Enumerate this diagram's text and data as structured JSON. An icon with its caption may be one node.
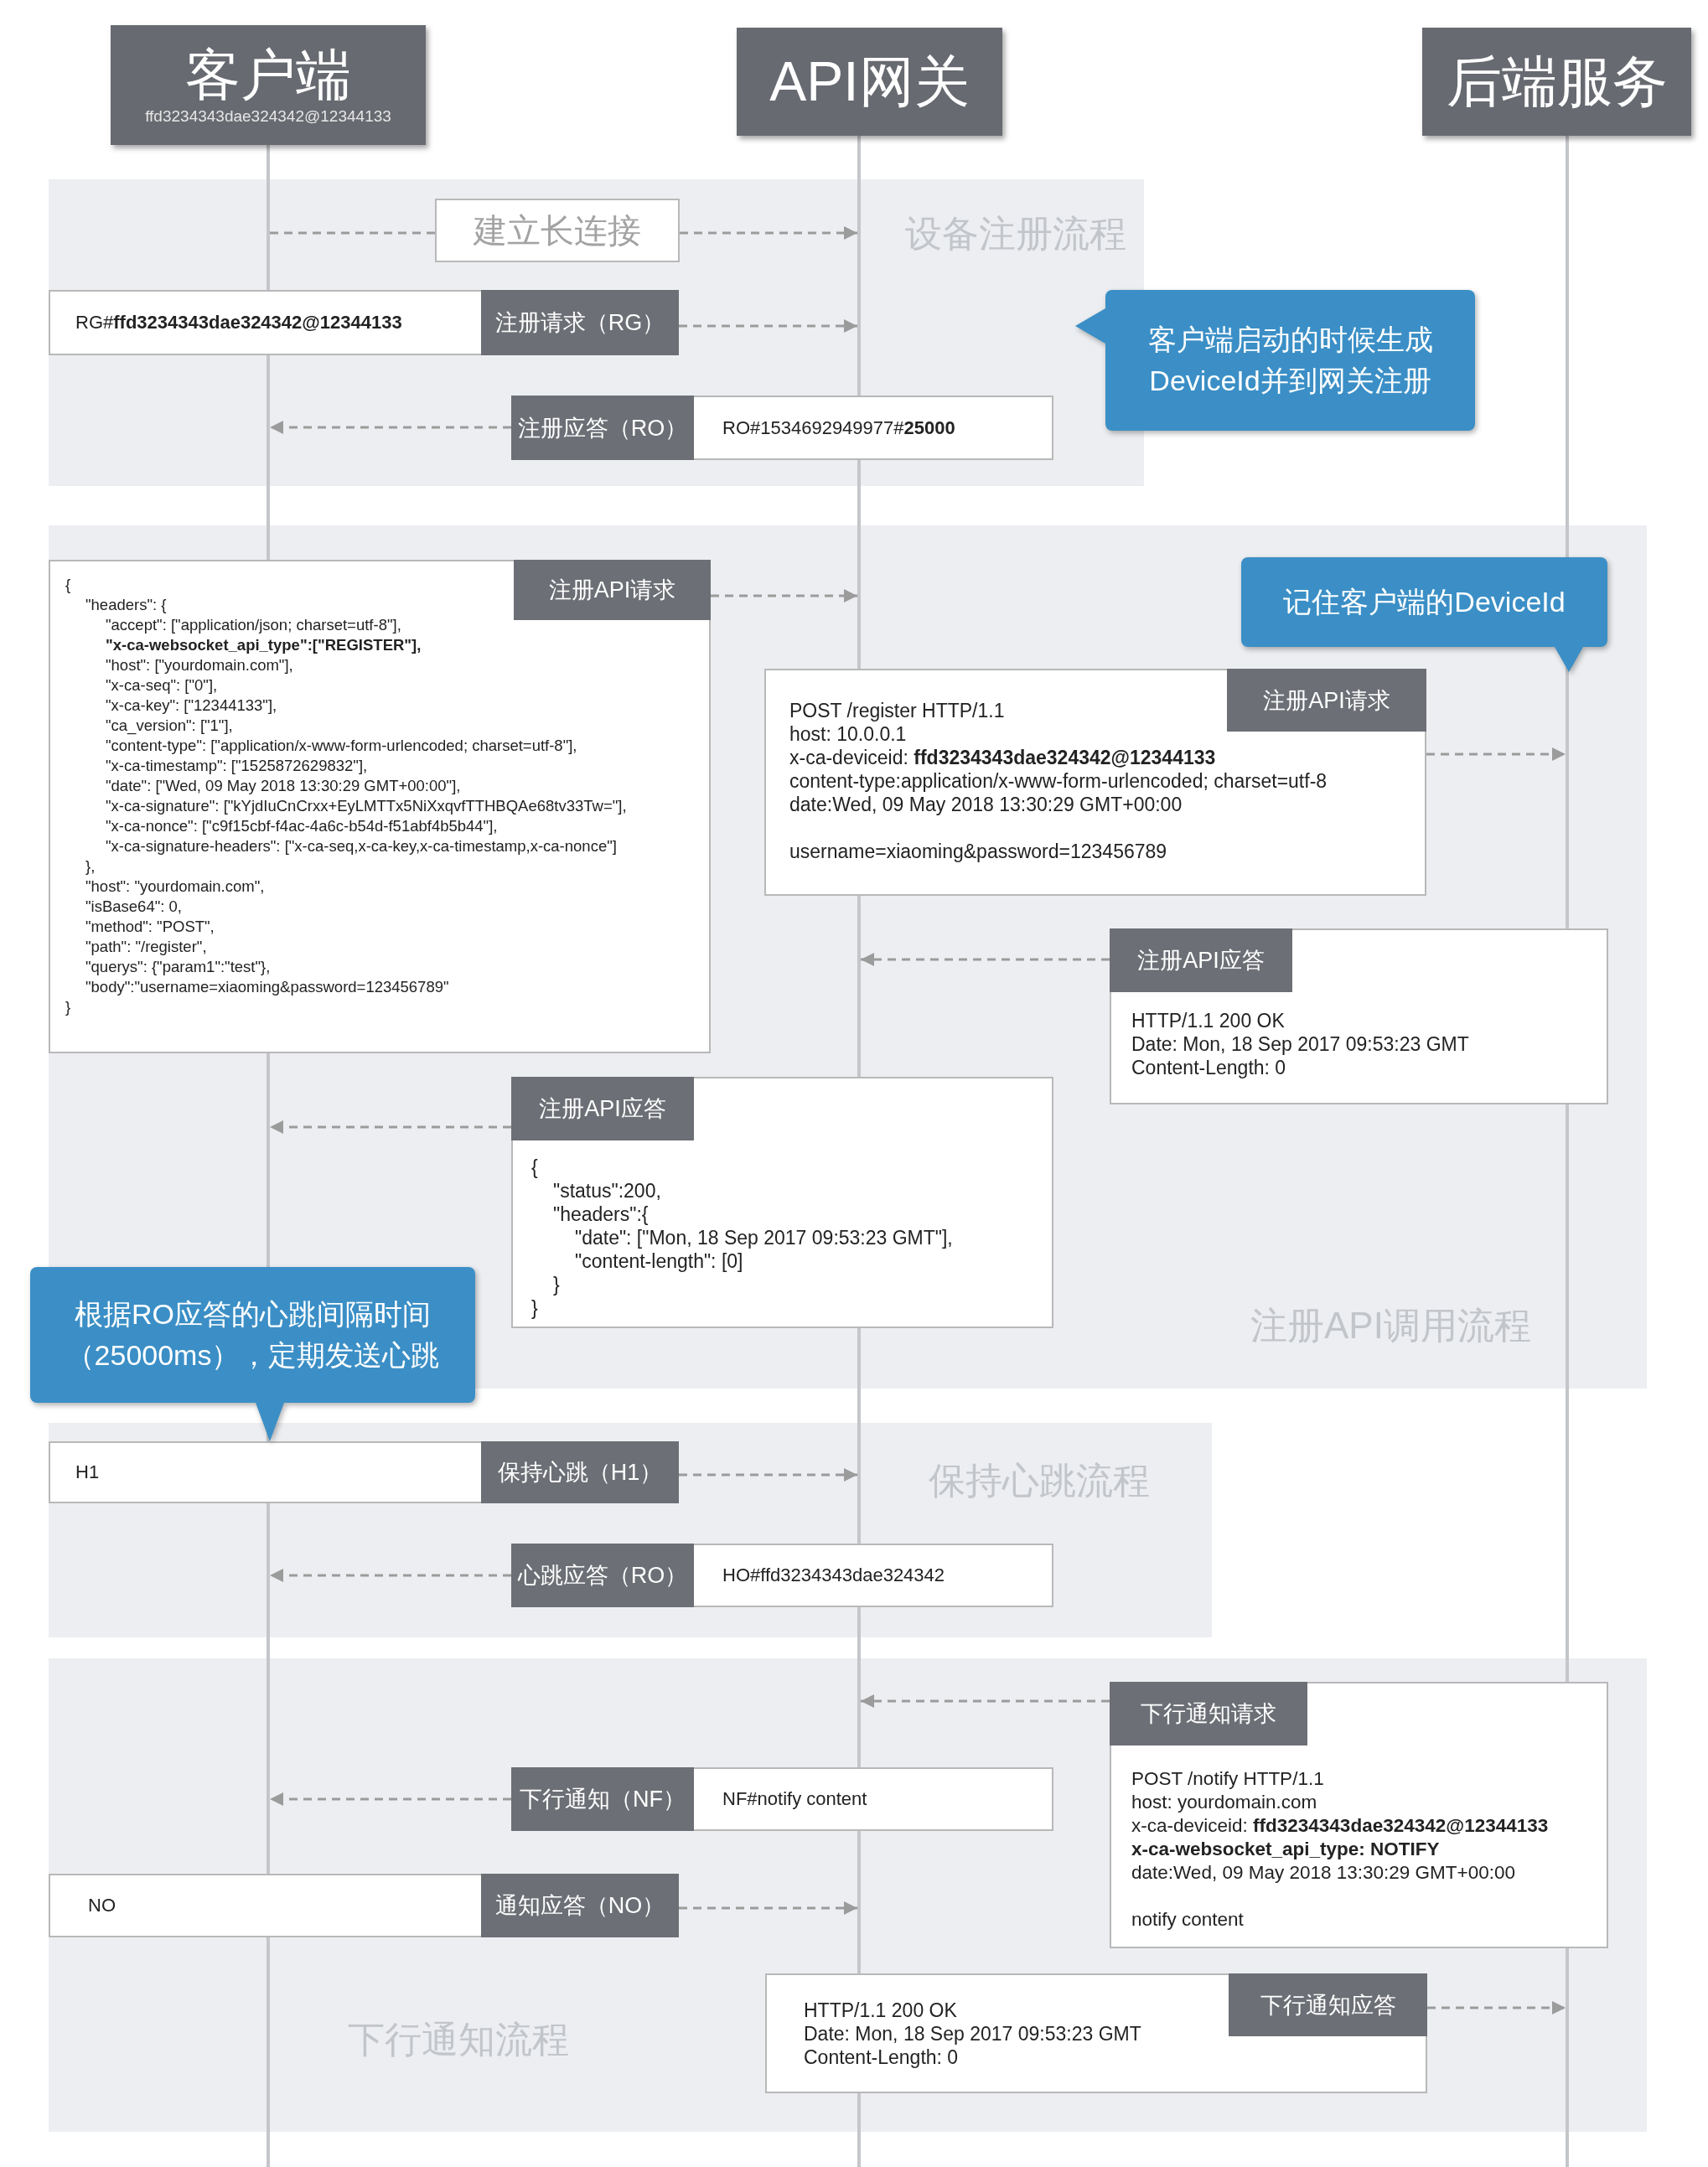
{
  "diagram": {
    "nodes": [
      {
        "text": [
          "客户端",
          "ffd3234343dae324342@12344133"
        ]
      },
      {
        "text": [
          "API网关"
        ]
      },
      {
        "text": [
          "后端服务"
        ]
      },
      {
        "text": [
          "设备注册流程"
        ]
      },
      {
        "text": [
          "建立长连接"
        ],
        "in": 3
      },
      {
        "text": [
          "RG#**ffd3234343dae324342@12344133**",
          "注册请求（RG）"
        ],
        "in": 3
      },
      {
        "text": [
          "注册应答（RO）",
          "RO#1534692949977#**25000**"
        ],
        "in": 3
      },
      {
        "text": [
          "客户端启动的时候生成DeviceId并到网关注册"
        ]
      },
      {
        "text": [
          "注册API调用流程"
        ]
      },
      {
        "text": [
          "注册API请求",
          "{",
          "\"headers\": {",
          "\"accept\": [\"application/json; charset=utf-8\"],",
          "\"x-ca-websocket_api_type\":[\"REGISTER\"],",
          "\"host\": [\"yourdomain.com\"],",
          "\"x-ca-seq\": [\"0\"],",
          "\"x-ca-key\": [\"12344133\"],",
          "\"ca_version\": [\"1\"],",
          "\"content-type\": [\"application/x-www-form-urlencoded; charset=utf-8\"],",
          "\"x-ca-timestamp\": [\"1525872629832\"],",
          "\"date\": [\"Wed, 09 May 2018 13:30:29 GMT+00:00\"],",
          "\"x-ca-signature\": [\"kYjdIuCnCrxx+EyLMTTx5NiXxqvfTTHBQAe68tv33Tw=\"],",
          "\"x-ca-nonce\": [\"c9f15cbf-f4ac-4a6c-b54d-f51abf4b5b44\"],",
          "\"x-ca-signature-headers\": [\"x-ca-seq,x-ca-key,x-ca-timestamp,x-ca-nonce\"]",
          "},",
          "\"host\": \"yourdomain.com\",",
          "\"isBase64\": 0,",
          "\"method\": \"POST\",",
          "\"path\": \"/register\",",
          "\"querys\": {\"param1\":\"test\"},",
          "\"body\":\"username=xiaoming&password=123456789\"",
          "}"
        ],
        "in": 8
      },
      {
        "text": [
          "注册API请求",
          "POST /register HTTP/1.1",
          "host: 10.0.0.1",
          "x-ca-deviceid: **ffd3234343dae324342@12344133**",
          "content-type:application/x-www-form-urlencoded; charset=utf-8",
          "date:Wed, 09 May 2018 13:30:29 GMT+00:00",
          "username=xiaoming&password=123456789"
        ],
        "in": 8
      },
      {
        "text": [
          "记住客户端的DeviceId"
        ],
        "in": 8
      },
      {
        "text": [
          "注册API应答",
          "HTTP/1.1 200 OK",
          "Date: Mon, 18 Sep 2017 09:53:23 GMT",
          "Content-Length: 0"
        ],
        "in": 8
      },
      {
        "text": [
          "注册API应答",
          "{",
          "\"status\":200,",
          "\"headers\":{",
          "\"date\": [\"Mon, 18 Sep 2017 09:53:23 GMT\"],",
          "\"content-length\": [0]",
          "}",
          "}"
        ],
        "in": 8
      },
      {
        "text": [
          "根据RO应答的心跳间隔时间（25000ms），定期发送心跳"
        ]
      },
      {
        "text": [
          "保持心跳流程"
        ]
      },
      {
        "text": [
          "H1",
          "保持心跳（H1）"
        ],
        "in": 15
      },
      {
        "text": [
          "心跳应答（RO）",
          "HO#ffd3234343dae324342"
        ],
        "in": 15
      },
      {
        "text": [
          "下行通知流程"
        ]
      },
      {
        "text": [
          "下行通知请求",
          "POST /notify HTTP/1.1",
          "host: yourdomain.com",
          "x-ca-deviceid: **ffd3234343dae324342@12344133**",
          "x-ca-websocket_api_type: NOTIFY",
          "date:Wed, 09 May 2018 13:30:29 GMT+00:00",
          "notify content"
        ],
        "in": 18
      },
      {
        "text": [
          "下行通知（NF）",
          "NF#notify content"
        ],
        "in": 18
      },
      {
        "text": [
          "NO",
          "通知应答（NO）"
        ],
        "in": 18
      },
      {
        "text": [
          "下行通知应答",
          "HTTP/1.1 200 OK",
          "Date: Mon, 18 Sep 2017 09:53:23 GMT",
          "Content-Length: 0"
        ],
        "in": 18
      }
    ],
    "edges": [
      {
        "from": null,
        "to": 4,
        "arrow": "none",
        "style": "dashed"
      },
      {
        "from": 4,
        "to": null,
        "arrow": "to",
        "style": "dashed"
      },
      {
        "from": 5,
        "to": null,
        "arrow": "to",
        "style": "dashed"
      },
      {
        "from": 6,
        "to": null,
        "arrow": "to",
        "style": "dashed"
      },
      {
        "from": 9,
        "to": null,
        "arrow": "to",
        "style": "dashed"
      },
      {
        "from": 10,
        "to": null,
        "arrow": "to",
        "style": "dashed"
      },
      {
        "from": 12,
        "to": null,
        "arrow": "to",
        "style": "dashed"
      },
      {
        "from": 13,
        "to": null,
        "arrow": "to",
        "style": "dashed"
      },
      {
        "from": 16,
        "to": null,
        "arrow": "to",
        "style": "dashed"
      },
      {
        "from": 17,
        "to": null,
        "arrow": "to",
        "style": "dashed"
      },
      {
        "from": 19,
        "to": null,
        "arrow": "to",
        "style": "dashed"
      },
      {
        "from": 20,
        "to": null,
        "arrow": "to",
        "style": "dashed"
      },
      {
        "from": 21,
        "to": null,
        "arrow": "to",
        "style": "dashed"
      },
      {
        "from": 22,
        "to": null,
        "arrow": "to",
        "style": "dashed"
      }
    ]
  }
}
